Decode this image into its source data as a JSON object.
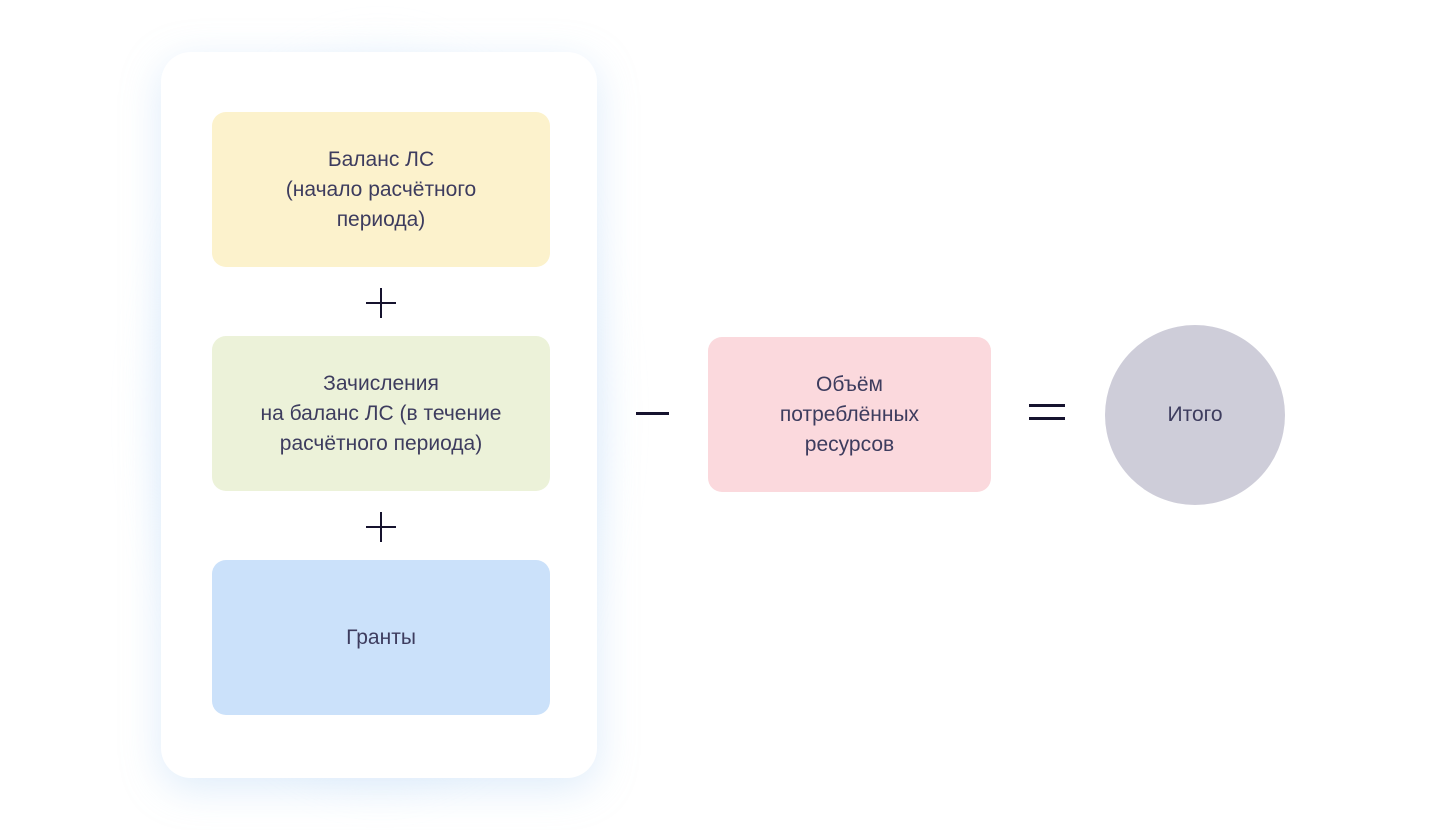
{
  "diagram": {
    "title_text": "",
    "colors": {
      "background": "#ffffff",
      "card": "#ffffff",
      "card_glow": "#d6e9fc",
      "balance_box": "#fcf2cc",
      "credits_box": "#ecf2d9",
      "grants_box": "#cbe1fa",
      "consumed_box": "#fbd9dd",
      "total_circle": "#cecdd9",
      "text": "#3d3c5e",
      "operator": "#16132e"
    },
    "addends": [
      {
        "id": "balance",
        "label": "Баланс ЛС\n(начало расчётного\nпериода)",
        "color": "#fcf2cc"
      },
      {
        "id": "credits",
        "label": "Зачисления\nна баланс ЛС (в течение\nрасчётного периода)",
        "color": "#ecf2d9"
      },
      {
        "id": "grants",
        "label": "Гранты",
        "color": "#cbe1fa"
      }
    ],
    "operators": {
      "plus_first": "+",
      "plus_second": "+",
      "minus": "−",
      "equals": "="
    },
    "subtrahend": {
      "id": "consumed",
      "label": "Объём\nпотреблённых\nресурсов",
      "color": "#fbd9dd"
    },
    "result": {
      "id": "total",
      "label": "Итого",
      "color": "#cecdd9"
    }
  }
}
